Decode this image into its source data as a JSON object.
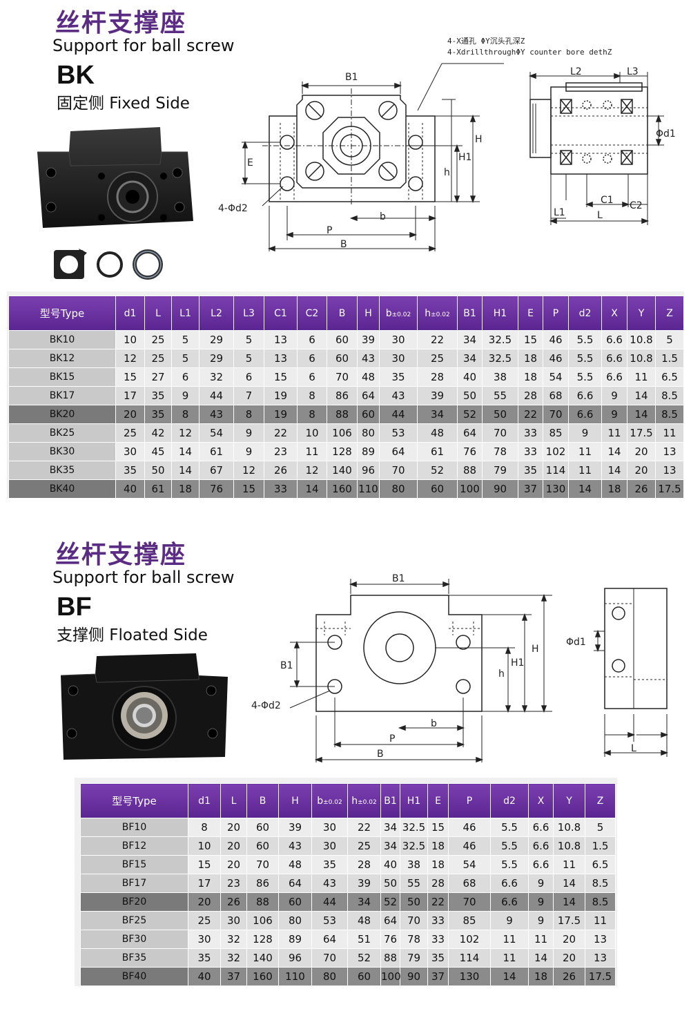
{
  "bk": {
    "cn_title": "丝杆支撑座",
    "en_title": "Support for ball screw",
    "model": "BK",
    "side": "固定侧 Fixed Side",
    "diagram": {
      "note_cn": "4-X通孔 ΦY沉头孔深Z",
      "note_en": "4-XdrillthroughΦY counter bore dethZ",
      "labels": {
        "B1": "B1",
        "E": "E",
        "d2": "4-Φd2",
        "H": "H",
        "H1": "H1",
        "h": "h",
        "b": "b",
        "P": "P",
        "B": "B",
        "L2": "L2",
        "L3": "L3",
        "d1": "Φd1",
        "C1": "C1",
        "C2": "C2",
        "L1": "L1",
        "L": "L"
      }
    },
    "table": {
      "headers": [
        "型号Type",
        "d1",
        "L",
        "L1",
        "L2",
        "L3",
        "C1",
        "C2",
        "B",
        "H",
        "b",
        "h",
        "B1",
        "H1",
        "E",
        "P",
        "d2",
        "X",
        "Y",
        "Z"
      ],
      "tolerance": "±0.02",
      "rows": [
        [
          "BK10",
          "10",
          "25",
          "5",
          "29",
          "5",
          "13",
          "6",
          "60",
          "39",
          "30",
          "22",
          "34",
          "32.5",
          "15",
          "46",
          "5.5",
          "6.6",
          "10.8",
          "5"
        ],
        [
          "BK12",
          "12",
          "25",
          "5",
          "29",
          "5",
          "13",
          "6",
          "60",
          "43",
          "30",
          "25",
          "34",
          "32.5",
          "18",
          "46",
          "5.5",
          "6.6",
          "10.8",
          "1.5"
        ],
        [
          "BK15",
          "15",
          "27",
          "6",
          "32",
          "6",
          "15",
          "6",
          "70",
          "48",
          "35",
          "28",
          "40",
          "38",
          "18",
          "54",
          "5.5",
          "6.6",
          "11",
          "6.5"
        ],
        [
          "BK17",
          "17",
          "35",
          "9",
          "44",
          "7",
          "19",
          "8",
          "86",
          "64",
          "43",
          "39",
          "50",
          "55",
          "28",
          "68",
          "6.6",
          "9",
          "14",
          "8.5"
        ],
        [
          "BK20",
          "20",
          "35",
          "8",
          "43",
          "8",
          "19",
          "8",
          "88",
          "60",
          "44",
          "34",
          "52",
          "50",
          "22",
          "70",
          "6.6",
          "9",
          "14",
          "8.5"
        ],
        [
          "BK25",
          "25",
          "42",
          "12",
          "54",
          "9",
          "22",
          "10",
          "106",
          "80",
          "53",
          "48",
          "64",
          "70",
          "33",
          "85",
          "9",
          "11",
          "17.5",
          "11"
        ],
        [
          "BK30",
          "30",
          "45",
          "14",
          "61",
          "9",
          "23",
          "11",
          "128",
          "89",
          "64",
          "61",
          "76",
          "78",
          "33",
          "102",
          "11",
          "14",
          "20",
          "13"
        ],
        [
          "BK35",
          "35",
          "50",
          "14",
          "67",
          "12",
          "26",
          "12",
          "140",
          "96",
          "70",
          "52",
          "88",
          "79",
          "35",
          "114",
          "11",
          "14",
          "20",
          "13"
        ],
        [
          "BK40",
          "40",
          "61",
          "18",
          "76",
          "15",
          "33",
          "14",
          "160",
          "110",
          "80",
          "60",
          "100",
          "90",
          "37",
          "130",
          "14",
          "18",
          "26",
          "17.5"
        ]
      ]
    }
  },
  "bf": {
    "cn_title": "丝杆支撑座",
    "en_title": "Support for ball screw",
    "model": "BF",
    "side": "支撑侧 Floated Side",
    "diagram": {
      "labels": {
        "B1_top": "B1",
        "B1_left": "B1",
        "d2": "4-Φd2",
        "H": "H",
        "H1": "H1",
        "h": "h",
        "b": "b",
        "P": "P",
        "B": "B",
        "d1": "Φd1",
        "L": "L"
      }
    },
    "table": {
      "headers": [
        "型号Type",
        "d1",
        "L",
        "B",
        "H",
        "b",
        "h",
        "B1",
        "H1",
        "E",
        "P",
        "d2",
        "X",
        "Y",
        "Z"
      ],
      "tolerance": "±0.02",
      "rows": [
        [
          "BF10",
          "8",
          "20",
          "60",
          "39",
          "30",
          "22",
          "34",
          "32.5",
          "15",
          "46",
          "5.5",
          "6.6",
          "10.8",
          "5"
        ],
        [
          "BF12",
          "10",
          "20",
          "60",
          "43",
          "30",
          "25",
          "34",
          "32.5",
          "18",
          "46",
          "5.5",
          "6.6",
          "10.8",
          "1.5"
        ],
        [
          "BF15",
          "15",
          "20",
          "70",
          "48",
          "35",
          "28",
          "40",
          "38",
          "18",
          "54",
          "5.5",
          "6.6",
          "11",
          "6.5"
        ],
        [
          "BF17",
          "17",
          "23",
          "86",
          "64",
          "43",
          "39",
          "50",
          "55",
          "28",
          "68",
          "6.6",
          "9",
          "14",
          "8.5"
        ],
        [
          "BF20",
          "20",
          "26",
          "88",
          "60",
          "44",
          "34",
          "52",
          "50",
          "22",
          "70",
          "6.6",
          "9",
          "14",
          "8.5"
        ],
        [
          "BF25",
          "25",
          "30",
          "106",
          "80",
          "53",
          "48",
          "64",
          "70",
          "33",
          "85",
          "9",
          "9",
          "17.5",
          "11"
        ],
        [
          "BF30",
          "30",
          "32",
          "128",
          "89",
          "64",
          "51",
          "76",
          "78",
          "33",
          "102",
          "11",
          "11",
          "20",
          "13"
        ],
        [
          "BF35",
          "35",
          "32",
          "140",
          "96",
          "70",
          "52",
          "88",
          "79",
          "35",
          "114",
          "11",
          "14",
          "20",
          "13"
        ],
        [
          "BF40",
          "40",
          "37",
          "160",
          "110",
          "80",
          "60",
          "100",
          "90",
          "37",
          "130",
          "14",
          "18",
          "26",
          "17.5"
        ]
      ]
    }
  }
}
